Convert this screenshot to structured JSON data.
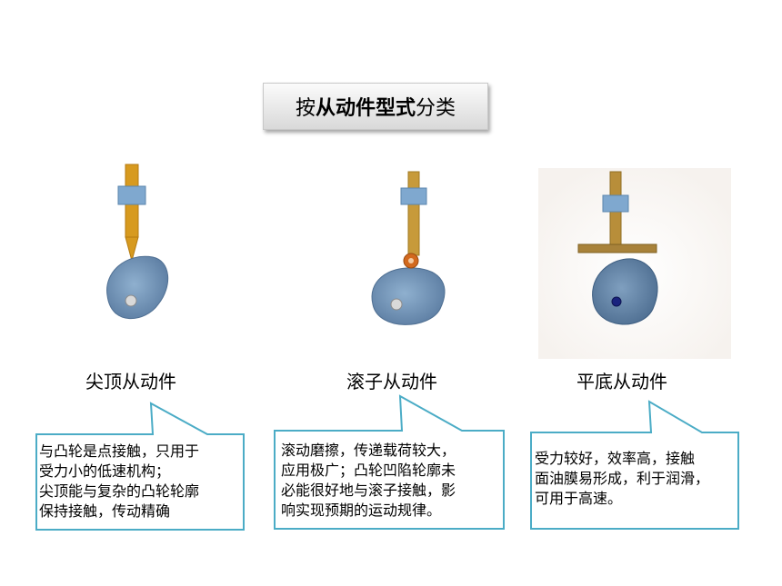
{
  "title": {
    "prefix": "按",
    "bold": "从动件型式",
    "suffix": "分类"
  },
  "followers": [
    {
      "label": "尖顶从动件",
      "lines": [
        "与凸轮是点接触，只用于",
        "受力小的低速机构；",
        "尖顶能与复杂的凸轮轮廓",
        "保持接触，传动精确"
      ]
    },
    {
      "label": "滚子从动件",
      "lines": [
        "滚动磨擦，传递载荷较大，",
        "应用极广；凸轮凹陷轮廓未",
        "必能很好地与滚子接触，影",
        "响实现预期的运动规律。"
      ]
    },
    {
      "label": "平底从动件",
      "lines": [
        "受力较好，效率高，接触",
        "面油膜易形成，利于润滑，",
        "可用于高速。"
      ]
    }
  ],
  "colors": {
    "cam": "#6f8fb2",
    "rod": "#d79a1f",
    "guide": "#7fa8cf",
    "roller": "#d2691e",
    "callout_border": "#4bacc6"
  }
}
